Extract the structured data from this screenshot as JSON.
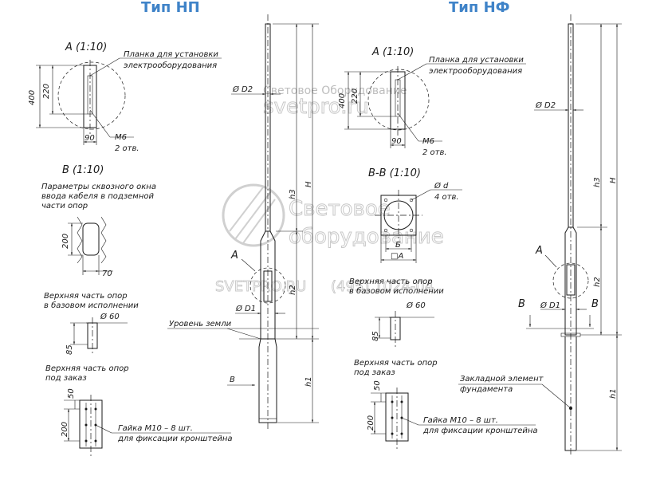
{
  "titles": {
    "left": "Тип НП",
    "right": "Тип НФ"
  },
  "watermark": {
    "big1": "Световое",
    "big2": "оборудование",
    "url_small": "Световое Оборудование",
    "url": "svetpro.ru",
    "bottom_url": "SVETPRO.RU",
    "phone": "(495) 1024-04"
  },
  "left": {
    "view_a": "А (1:10)",
    "plate_label1": "Планка для установки",
    "plate_label2": "электрооборудования",
    "dim_400": "400",
    "dim_220": "220",
    "dim_90": "90",
    "m6": "М6",
    "holes2": "2 отв.",
    "view_b": "В (1:10)",
    "window_text1": "Параметры сквозного окна",
    "window_text2": "ввода кабеля в подземной",
    "window_text3": "части опор",
    "dim_200": "200",
    "dim_70": "70",
    "top_base1": "Верхняя часть опор",
    "top_base2": "в базовом исполнении",
    "dim_60": "Ø 60",
    "dim_85": "85",
    "top_order1": "Верхняя часть опор",
    "top_order2": "под заказ",
    "dim_50": "50",
    "dim_200b": "200",
    "nut1": "Гайка М10 – 8 шт.",
    "nut2": "для фиксации кронштейна",
    "d2": "Ø D2",
    "d1": "Ø D1",
    "label_a": "А",
    "ground": "Уровень земли",
    "label_b": "В",
    "h3": "h3",
    "H": "H",
    "h2": "h2",
    "h1": "h1"
  },
  "right": {
    "view_a": "А (1:10)",
    "plate_label1": "Планка для установки",
    "plate_label2": "электрооборудования",
    "dim_400": "400",
    "dim_220": "220",
    "dim_90": "90",
    "m6": "М6",
    "holes2": "2 отв.",
    "view_bb": "В-В (1:10)",
    "d_small": "Ø d",
    "holes4": "4 отв.",
    "b_dim": "Б",
    "a_dim": "□А",
    "top_base1": "Верхняя часть опор",
    "top_base2": "в базовом исполнении",
    "dim_60": "Ø 60",
    "dim_85": "85",
    "top_order1": "Верхняя часть опор",
    "top_order2": "под заказ",
    "dim_50": "50",
    "dim_200": "200",
    "nut1": "Гайка М10 – 8 шт.",
    "nut2": "для фиксации кронштейна",
    "d2": "Ø D2",
    "d1": "Ø D1",
    "label_a": "А",
    "label_b1": "В",
    "label_b2": "В",
    "emb1": "Закладной элемент",
    "emb2": "фундамента",
    "h3": "h3",
    "H": "H",
    "h2": "h2",
    "h1": "h1"
  }
}
